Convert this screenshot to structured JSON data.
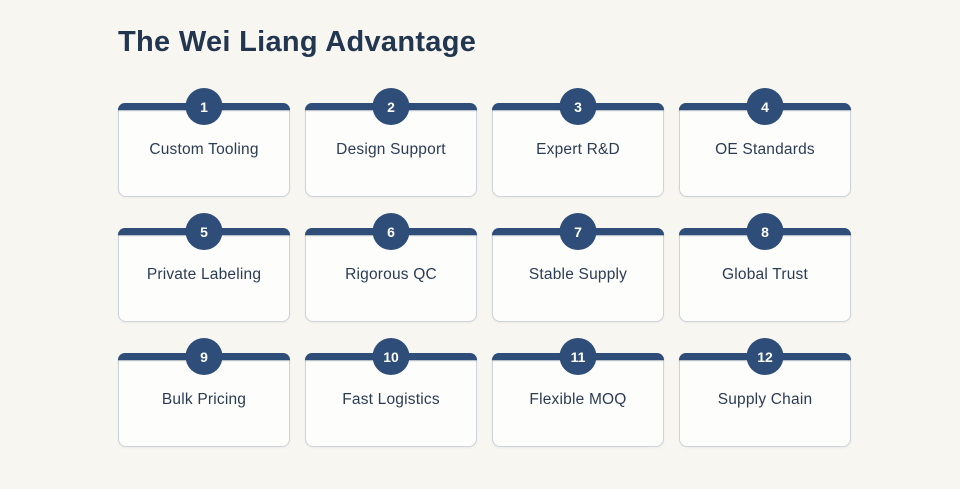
{
  "page": {
    "title": "The Wei Liang Advantage"
  },
  "colors": {
    "page_bg": "#f8f6f1",
    "navy": "#2e4d78",
    "title_text": "#22364f",
    "label_text": "#2b3c54",
    "card_bg": "#fdfdfb",
    "card_border": "#ccd3dd",
    "badge_text": "#ffffff"
  },
  "cards": {
    "items": [
      {
        "number": "1",
        "label": "Custom Tooling"
      },
      {
        "number": "2",
        "label": "Design Support"
      },
      {
        "number": "3",
        "label": "Expert R&D"
      },
      {
        "number": "4",
        "label": "OE Standards"
      },
      {
        "number": "5",
        "label": "Private Labeling"
      },
      {
        "number": "6",
        "label": "Rigorous QC"
      },
      {
        "number": "7",
        "label": "Stable Supply"
      },
      {
        "number": "8",
        "label": "Global Trust"
      },
      {
        "number": "9",
        "label": "Bulk Pricing"
      },
      {
        "number": "10",
        "label": "Fast Logistics"
      },
      {
        "number": "11",
        "label": "Flexible MOQ"
      },
      {
        "number": "12",
        "label": "Supply Chain"
      }
    ]
  }
}
